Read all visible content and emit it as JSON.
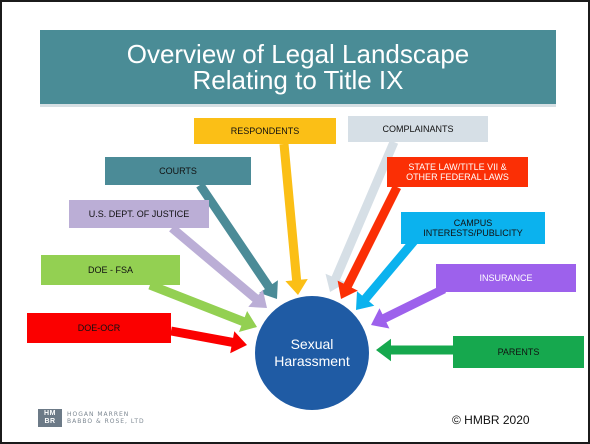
{
  "slide": {
    "title": "Overview of Legal Landscape Relating to Title IX",
    "center": "Sexual Harassment",
    "boxes": {
      "respondents": "RESPONDENTS",
      "complainants": "COMPLAINANTS",
      "courts": "COURTS",
      "state_law": "STATE LAW/TITLE VII & OTHER FEDERAL LAWS",
      "doj": "U.S. DEPT. OF JUSTICE",
      "campus": "CAMPUS INTERESTS/PUBLICITY",
      "doe_fsa": "DOE - FSA",
      "insurance": "INSURANCE",
      "doe_ocr": "DOE-OCR",
      "parents": "PARENTS"
    },
    "logo": {
      "mark": "HM BR",
      "line1": "HOGAN MARREN",
      "line2": "BABBO & ROSE, LTD"
    },
    "copyright": "© HMBR 2020"
  },
  "colors": {
    "title_band": "#4a8c96",
    "center_circle": "#1f5ba4",
    "respondents": "#fbbf16",
    "complainants": "#d6dfe6",
    "courts": "#4b8b97",
    "state_law": "#fb2f05",
    "doj": "#bbaed6",
    "campus": "#0bb2ee",
    "doe_fsa": "#93d052",
    "insurance": "#9d61ec",
    "doe_ocr": "#fb0000",
    "parents": "#16a84e"
  }
}
